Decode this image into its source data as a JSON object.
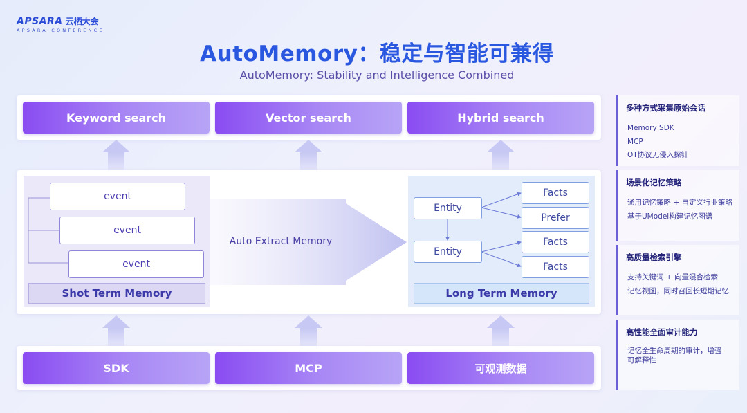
{
  "logo": {
    "main": "APSARA",
    "cn": "云栖大会",
    "sub": "APSARA CONFERENCE"
  },
  "title": "AutoMemory：稳定与智能可兼得",
  "subtitle": "AutoMemory: Stability and Intelligence Combined",
  "search": {
    "keyword": "Keyword search",
    "vector": "Vector search",
    "hybrid": "Hybrid search"
  },
  "short_term": {
    "events": [
      "event",
      "event",
      "event"
    ],
    "label": "Shot Term Memory"
  },
  "extract_label": "Auto Extract Memory",
  "long_term": {
    "entity1": "Entity",
    "entity2": "Entity",
    "facts1": "Facts",
    "prefer": "Prefer",
    "facts2": "Facts",
    "facts3": "Facts",
    "label": "Long Term Memory"
  },
  "sources": {
    "sdk": "SDK",
    "mcp": "MCP",
    "observe": "可观测数据"
  },
  "features": [
    {
      "title": "多种方式采集原始会话",
      "items": [
        "Memory SDK",
        "MCP",
        "OT协议无侵入探针"
      ]
    },
    {
      "title": "场景化记忆策略",
      "items": [
        "通用记忆策略 + 自定义行业策略",
        "基于UModel构建记忆图谱"
      ]
    },
    {
      "title": "高质量检索引擎",
      "items": [
        "支持关键词 + 向量混合检索",
        "记忆视图，同时召回长短期记忆"
      ]
    },
    {
      "title": "高性能全面审计能力",
      "items": [
        "记忆全生命周期的审计，增强",
        "可解释性"
      ]
    }
  ],
  "colors": {
    "accent": "#2a57e0",
    "button_start": "#8a4cf2",
    "button_end": "#b7a4f6"
  }
}
